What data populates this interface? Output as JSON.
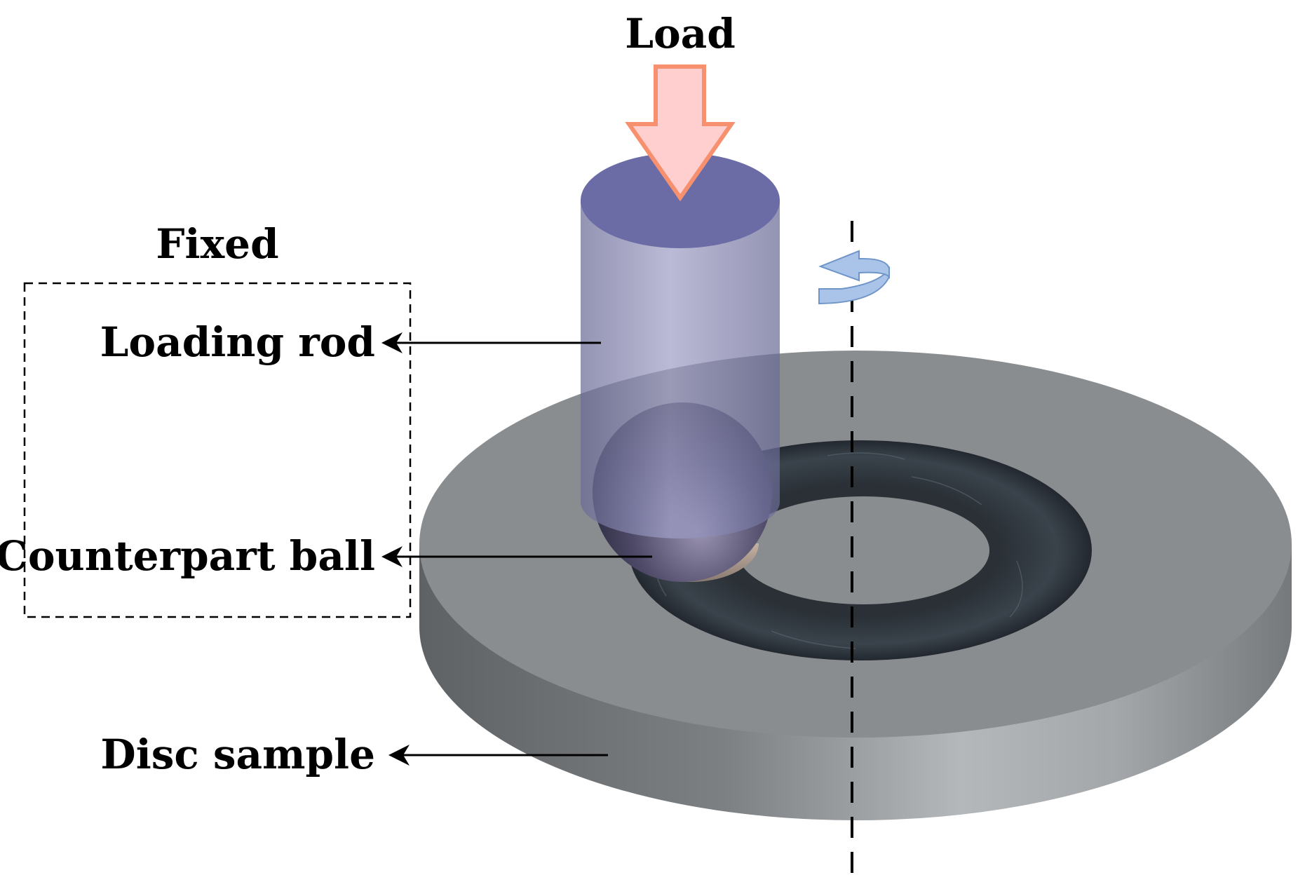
{
  "labels": {
    "load": "Load",
    "fixed": "Fixed",
    "loading_rod": "Loading rod",
    "counterpart_ball": "Counterpart ball",
    "disc_sample": "Disc sample"
  },
  "icons": {
    "load_arrow": "down-arrow-icon",
    "rotation": "rotation-arrow-icon"
  },
  "colors": {
    "load_arrow_fill": "#ffcfcf",
    "load_arrow_stroke": "#f7906e",
    "rod": "#6e6fa8",
    "disc": "#8b8e90",
    "wear_track": "#2b3138",
    "rotation_arrow": "#a9c4e8",
    "text": "#000000"
  }
}
